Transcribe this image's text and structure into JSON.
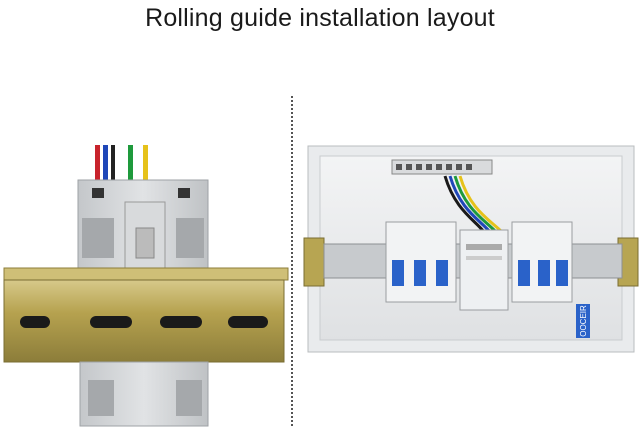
{
  "title": "Rolling guide installation layout",
  "figures": {
    "left": {
      "icon": "din-rail-module-with-wires"
    },
    "right": {
      "icon": "distribution-box-with-breakers",
      "brand_mark": "OOCEIR"
    }
  },
  "colors": {
    "wire_red": "#c8232c",
    "wire_blue": "#1f47b8",
    "wire_green": "#1e9a3c",
    "wire_yellow": "#e6c21a",
    "rail": "#b7a552",
    "module": "#d2d4d6",
    "breaker_blue": "#2a62c9"
  }
}
